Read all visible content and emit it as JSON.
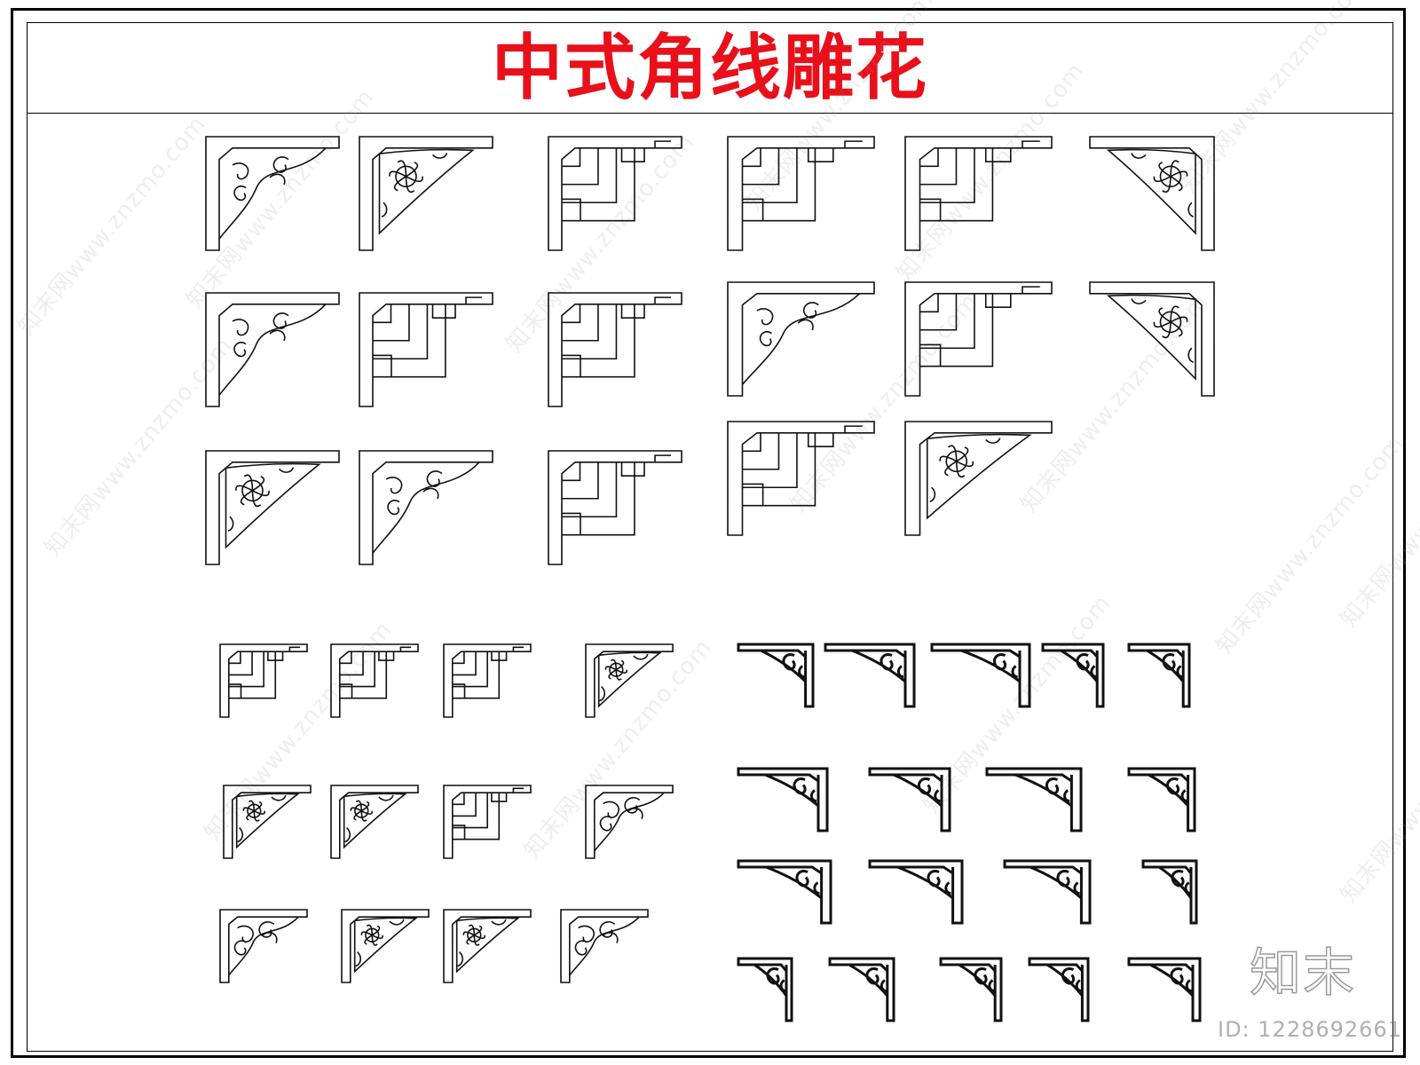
{
  "title": "中式角线雕花",
  "colors": {
    "title": "#e8101a",
    "ink": "#111111",
    "watermark": "#969696"
  },
  "groups": [
    {
      "name": "large-set",
      "rows": [
        6,
        6,
        5
      ]
    },
    {
      "name": "small-left-set",
      "rows": [
        4,
        4,
        4
      ]
    },
    {
      "name": "small-right-set",
      "rows": [
        5,
        4,
        4,
        5
      ]
    }
  ],
  "watermark": {
    "site": "知末网www.znzmo.com",
    "logo": "知末",
    "id": "ID: 1228692661"
  }
}
